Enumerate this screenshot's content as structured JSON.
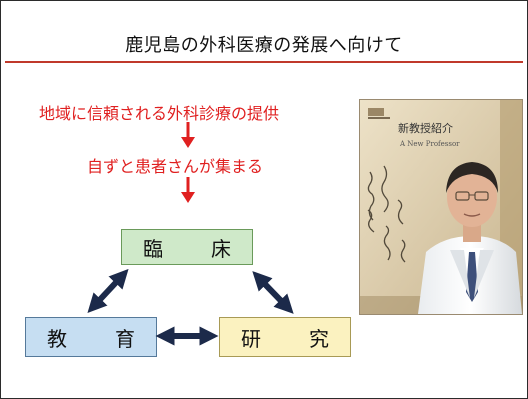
{
  "slide": {
    "title": "鹿児島の外科医療の発展へ向けて",
    "flow": {
      "line1": "地域に信頼される外科診療の提供",
      "line2": "自ずと患者さんが集まる"
    },
    "cycle": {
      "clinical": "臨　床",
      "education": "教　育",
      "research": "研　究"
    },
    "photo": {
      "magazine_title": "新教授紹介",
      "magazine_subtitle": "A New Professor"
    }
  },
  "colors": {
    "accent_red": "#e02020",
    "rule_red": "#c0392b",
    "clinical_fill": "#cfe9c9",
    "education_fill": "#c6def2",
    "research_fill": "#fbf2c0",
    "arrow_navy": "#1c2a4a"
  }
}
